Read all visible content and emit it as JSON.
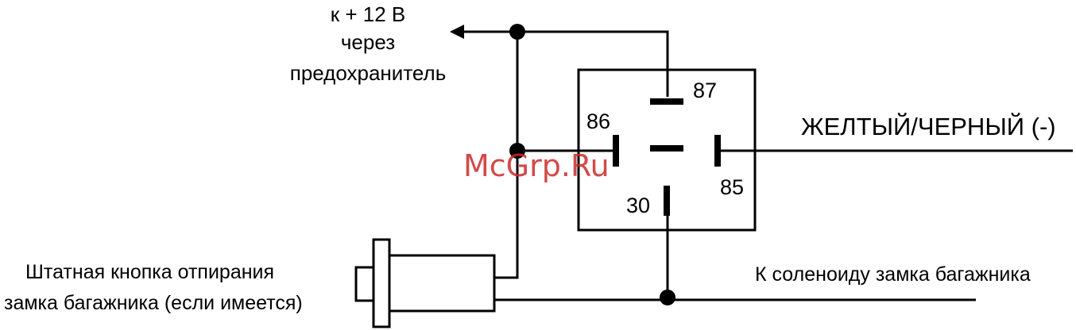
{
  "labels": {
    "supply_line1": "к + 12 В",
    "supply_line2": "через",
    "supply_line3": "предохранитель",
    "yellow_black": "ЖЕЛТЫЙ/ЧЕРНЫЙ (-)",
    "button_line1": "Штатная кнопка отпирания",
    "button_line2": "замка багажника (если имеется)",
    "solenoid": "К соленоиду замка багажника"
  },
  "relay": {
    "pin_87": "87",
    "pin_86": "86",
    "pin_85": "85",
    "pin_30": "30"
  },
  "watermark": "McGrp.Ru"
}
